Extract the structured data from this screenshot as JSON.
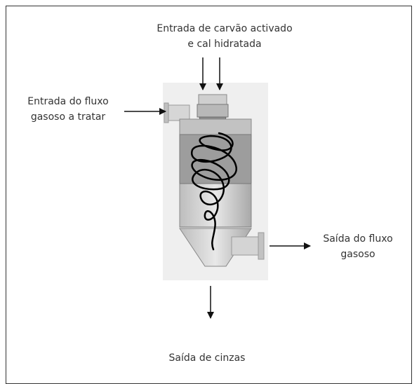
{
  "labels": {
    "inlet_carbon_line1": "Entrada de carvão activado",
    "inlet_carbon_line2": "e cal hidratada",
    "inlet_gas_line1": "Entrada do fluxo",
    "inlet_gas_line2": "gasoso a tratar",
    "outlet_gas_line1": "Saída do fluxo",
    "outlet_gas_line2": "gasoso",
    "outlet_ash": "Saída de cinzas"
  }
}
